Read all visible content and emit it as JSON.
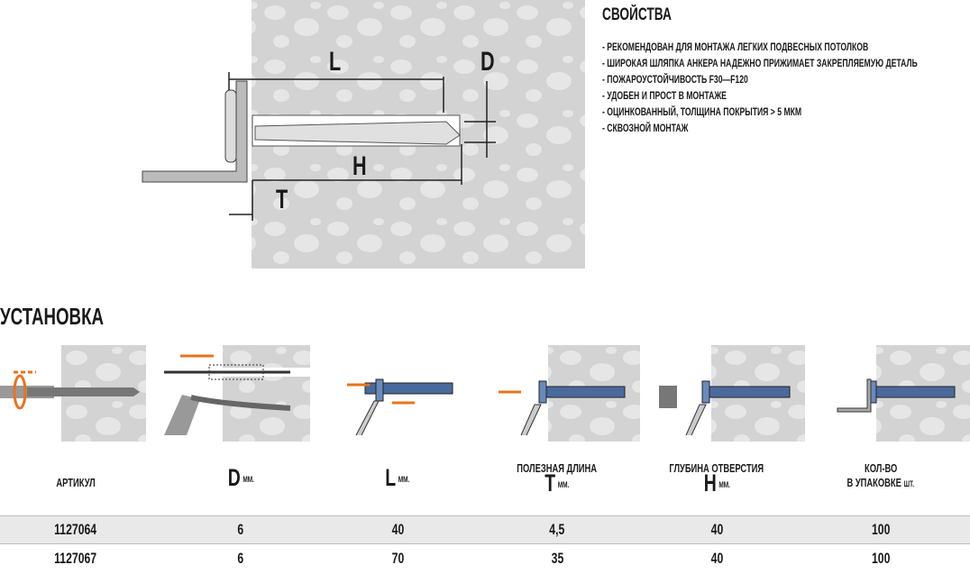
{
  "properties": {
    "title": "СВОЙСТВА",
    "items": [
      "- РЕКОМЕНДОВАН ДЛЯ МОНТАЖА ЛЕГКИХ ПОДВЕСНЫХ ПОТОЛКОВ",
      "- ШИРОКАЯ ШЛЯПКА АНКЕРА НАДЕЖНО ПРИЖИМАЕТ ЗАКРЕПЛЯЕМУЮ ДЕТАЛЬ",
      "- ПОЖАРОУСТОЙЧИВОСТЬ F30—F120",
      "- УДОБЕН И ПРОСТ В МОНТАЖЕ",
      "- ОЦИНКОВАННЫЙ, ТОЛЩИНА ПОКРЫТИЯ > 5 МКМ",
      "- СКВОЗНОЙ МОНТАЖ"
    ]
  },
  "diagram": {
    "labels": {
      "L": "L",
      "D": "D",
      "H": "H",
      "T": "T"
    }
  },
  "install": {
    "title": "УСТАНОВКА"
  },
  "colors": {
    "concrete": "#d3d3d3",
    "arrow": "#e8731e",
    "anchor": "#4a6a9e"
  },
  "table": {
    "headers": [
      {
        "top": "",
        "letter": "",
        "unit": "",
        "label": "АРТИКУЛ"
      },
      {
        "top": "",
        "letter": "D",
        "unit": "ММ."
      },
      {
        "top": "",
        "letter": "L",
        "unit": "ММ."
      },
      {
        "top": "ПОЛЕЗНАЯ ДЛИНА",
        "letter": "T",
        "unit": "ММ."
      },
      {
        "top": "ГЛУБИНА ОТВЕРСТИЯ",
        "letter": "H",
        "unit": "ММ."
      },
      {
        "top": "КОЛ-ВО",
        "label2": "В УПАКОВКЕ",
        "unit": "ШТ."
      }
    ],
    "rows": [
      [
        "1127064",
        "6",
        "40",
        "4,5",
        "40",
        "100"
      ],
      [
        "1127067",
        "6",
        "70",
        "35",
        "40",
        "100"
      ]
    ]
  }
}
